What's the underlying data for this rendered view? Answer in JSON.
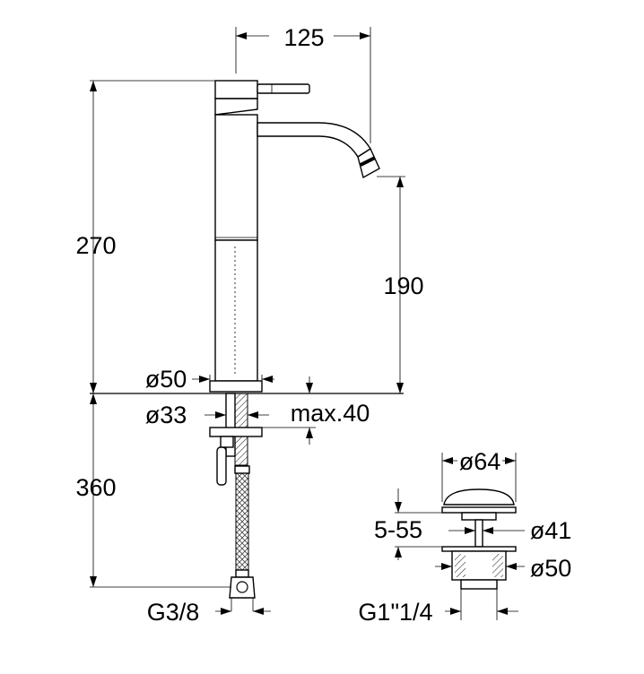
{
  "dimensions": {
    "spout_reach": "125",
    "total_height": "270",
    "spout_height": "190",
    "base_diameter": "ø50",
    "shank_diameter": "ø33",
    "max_counter_thickness": "max.40",
    "hose_length": "360",
    "hose_thread": "G3/8"
  },
  "waste": {
    "cap_diameter": "ø64",
    "adjust_range": "5-55",
    "neck_diameter": "ø41",
    "base_diameter": "ø50",
    "thread": "G1\"1/4"
  },
  "colors": {
    "line": "#000000",
    "background": "#ffffff",
    "hatch": "#333333"
  }
}
